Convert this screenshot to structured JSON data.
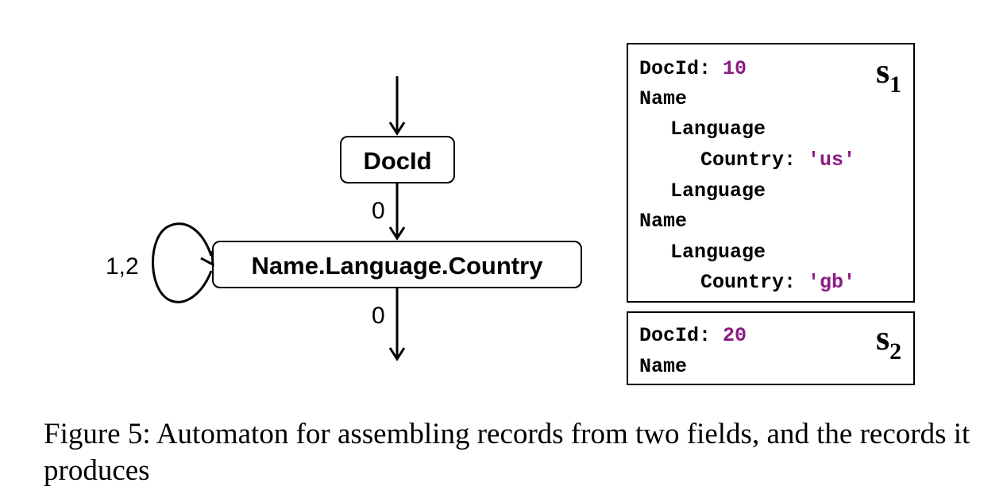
{
  "automaton": {
    "nodes": [
      {
        "id": "docid",
        "label": "DocId"
      },
      {
        "id": "name_lang_country",
        "label": "Name.Language.Country"
      }
    ],
    "edges": [
      {
        "from": "start",
        "to": "docid",
        "label": ""
      },
      {
        "from": "docid",
        "to": "name_lang_country",
        "label": "0"
      },
      {
        "from": "name_lang_country",
        "to": "name_lang_country",
        "label": "1,2"
      },
      {
        "from": "name_lang_country",
        "to": "end",
        "label": "0"
      }
    ]
  },
  "records": [
    {
      "id_main": "s",
      "id_sub": "1",
      "lines": [
        {
          "indent": 0,
          "key": "DocId:",
          "value": "10"
        },
        {
          "indent": 0,
          "key": "Name",
          "value": ""
        },
        {
          "indent": 1,
          "key": "Language",
          "value": ""
        },
        {
          "indent": 2,
          "key": "Country:",
          "value": "'us'"
        },
        {
          "indent": 1,
          "key": "Language",
          "value": ""
        },
        {
          "indent": 0,
          "key": "Name",
          "value": ""
        },
        {
          "indent": 1,
          "key": "Language",
          "value": ""
        },
        {
          "indent": 2,
          "key": "Country:",
          "value": "'gb'"
        }
      ]
    },
    {
      "id_main": "s",
      "id_sub": "2",
      "lines": [
        {
          "indent": 0,
          "key": "DocId:",
          "value": "20"
        },
        {
          "indent": 0,
          "key": "Name",
          "value": ""
        }
      ]
    }
  ],
  "caption": {
    "text": "Figure 5: Automaton for assembling records from two fields, and the records it produces"
  }
}
